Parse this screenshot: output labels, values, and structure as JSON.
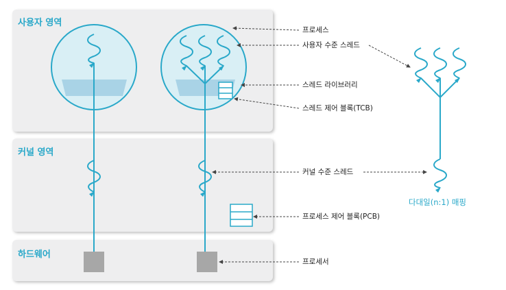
{
  "regions": {
    "user_space": "사용자 영역",
    "kernel_space": "커널 영역",
    "hardware": "하드웨어"
  },
  "labels": {
    "process": "프로세스",
    "user_level_thread": "사용자 수준 스레드",
    "thread_library": "스레드 라이브러리",
    "tcb": "스레드 제어 블록(TCB)",
    "kernel_level_thread": "커널 수준 스레드",
    "pcb": "프로세스 제어 블록(PCB)",
    "processor": "프로세서"
  },
  "caption": "다대일(n:1) 매핑",
  "colors": {
    "accent": "#29a8c9",
    "circle_fill": "#d9eff5",
    "library_fill": "#a9d3e6",
    "processor": "#a7a7a7",
    "panel": "#eeeeef"
  }
}
